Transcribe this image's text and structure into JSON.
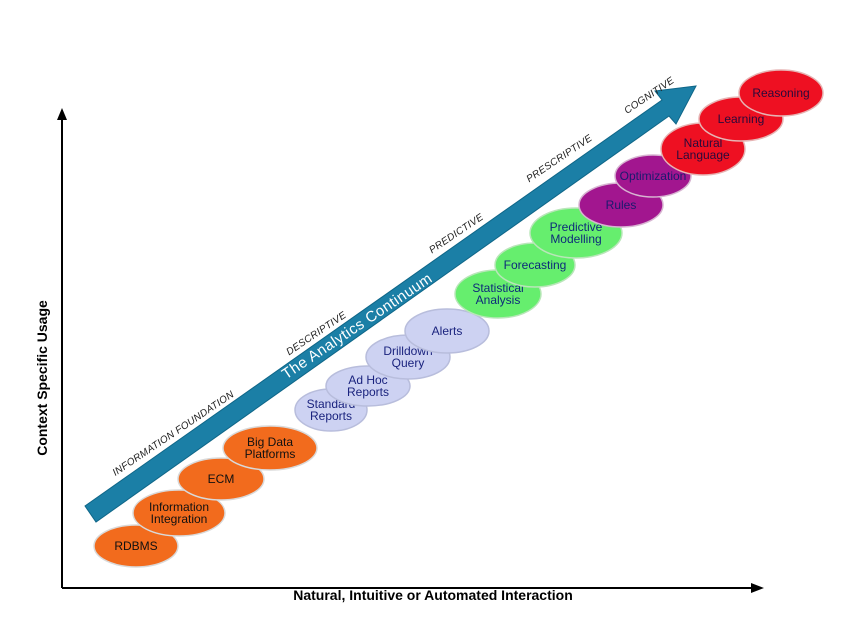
{
  "axes": {
    "x_label": "Natural, Intuitive or Automated Interaction",
    "y_label": "Context Specific Usage"
  },
  "banner": {
    "label": "The Analytics Continuum",
    "color": "#1b7fa6"
  },
  "stages": [
    {
      "id": "information-foundation",
      "label": "INFORMATION FOUNDATION"
    },
    {
      "id": "descriptive",
      "label": "DESCRIPTIVE"
    },
    {
      "id": "predictive",
      "label": "PREDICTIVE"
    },
    {
      "id": "prescriptive",
      "label": "PRESCRIPTIVE"
    },
    {
      "id": "cognitive",
      "label": "COGNITIVE"
    }
  ],
  "groups": {
    "information-foundation": {
      "fill": "#f26b1d",
      "stroke": "#d9d9d9",
      "text": "#111111"
    },
    "descriptive": {
      "fill": "#cdd2f2",
      "stroke": "#b8bddc",
      "text": "#1a237e"
    },
    "predictive": {
      "fill": "#66ee6e",
      "stroke": "#b9e6b9",
      "text": "#0d2a7a"
    },
    "prescriptive": {
      "fill": "#a2168f",
      "stroke": "#d7b4d1",
      "text": "#1a1a6e"
    },
    "cognitive": {
      "fill": "#ee1022",
      "stroke": "#e6b4b4",
      "text": "#2a0a3a"
    }
  },
  "nodes": [
    {
      "id": "rdbms",
      "lines": [
        "RDBMS"
      ],
      "group": "information-foundation"
    },
    {
      "id": "information-integration",
      "lines": [
        "Information",
        "Integration"
      ],
      "group": "information-foundation"
    },
    {
      "id": "ecm",
      "lines": [
        "ECM"
      ],
      "group": "information-foundation"
    },
    {
      "id": "big-data-platforms",
      "lines": [
        "Big Data",
        "Platforms"
      ],
      "group": "information-foundation"
    },
    {
      "id": "standard-reports",
      "lines": [
        "Standard",
        "Reports"
      ],
      "group": "descriptive"
    },
    {
      "id": "ad-hoc-reports",
      "lines": [
        "Ad Hoc",
        "Reports"
      ],
      "group": "descriptive"
    },
    {
      "id": "drilldown-query",
      "lines": [
        "Drilldown",
        "Query"
      ],
      "group": "descriptive"
    },
    {
      "id": "alerts",
      "lines": [
        "Alerts"
      ],
      "group": "descriptive"
    },
    {
      "id": "statistical-analysis",
      "lines": [
        "Statistical",
        "Analysis"
      ],
      "group": "predictive"
    },
    {
      "id": "forecasting",
      "lines": [
        "Forecasting"
      ],
      "group": "predictive"
    },
    {
      "id": "predictive-modelling",
      "lines": [
        "Predictive",
        "Modelling"
      ],
      "group": "predictive"
    },
    {
      "id": "rules",
      "lines": [
        "Rules"
      ],
      "group": "prescriptive"
    },
    {
      "id": "optimization",
      "lines": [
        "Optimization"
      ],
      "group": "prescriptive"
    },
    {
      "id": "natural-language",
      "lines": [
        "Natural",
        "Language"
      ],
      "group": "cognitive"
    },
    {
      "id": "learning",
      "lines": [
        "Learning"
      ],
      "group": "cognitive"
    },
    {
      "id": "reasoning",
      "lines": [
        "Reasoning"
      ],
      "group": "cognitive"
    }
  ]
}
